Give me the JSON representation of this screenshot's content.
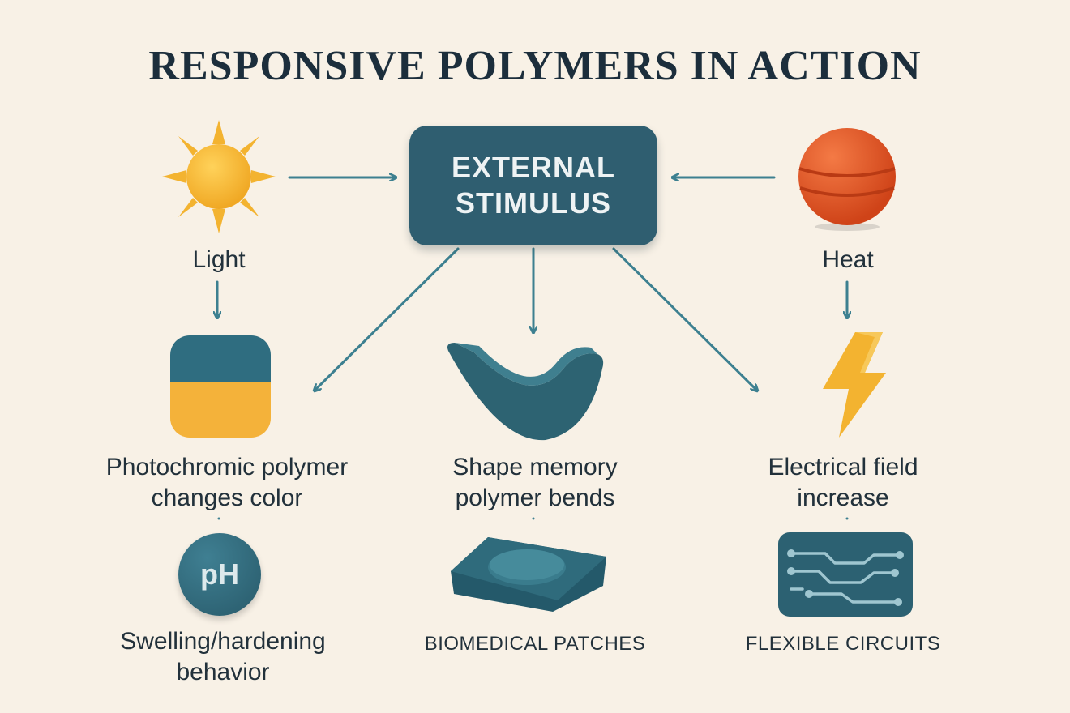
{
  "title": "RESPONSIVE POLYMERS IN ACTION",
  "center": {
    "line1": "EXTERNAL",
    "line2": "STIMULUS"
  },
  "stimuli": {
    "light": "Light",
    "heat": "Heat"
  },
  "responses": {
    "photochromic": {
      "line1": "Photochromic polymer",
      "line2": "changes color"
    },
    "shape_memory": {
      "line1": "Shape memory",
      "line2": "polymer bends"
    },
    "electrical": {
      "line1": "Electrical field",
      "line2": "increase"
    }
  },
  "applications": {
    "ph": {
      "icon_text": "pH",
      "line1": "Swelling/hardening",
      "line2": "behavior"
    },
    "biomedical": {
      "line1": "BIOMEDICAL PATCHES"
    },
    "flexible": {
      "line1": "FLEXIBLE CIRCUITS"
    }
  },
  "colors": {
    "teal": "#2f5e70",
    "arrow": "#3d8090",
    "yellow": "#f2b233",
    "orange": "#e4562a",
    "background": "#f8f1e6"
  },
  "icons": [
    "sun-icon",
    "heat-ball-icon",
    "color-block-icon",
    "bending-polymer-icon",
    "lightning-icon",
    "ph-icon",
    "patch-icon",
    "circuit-icon"
  ]
}
